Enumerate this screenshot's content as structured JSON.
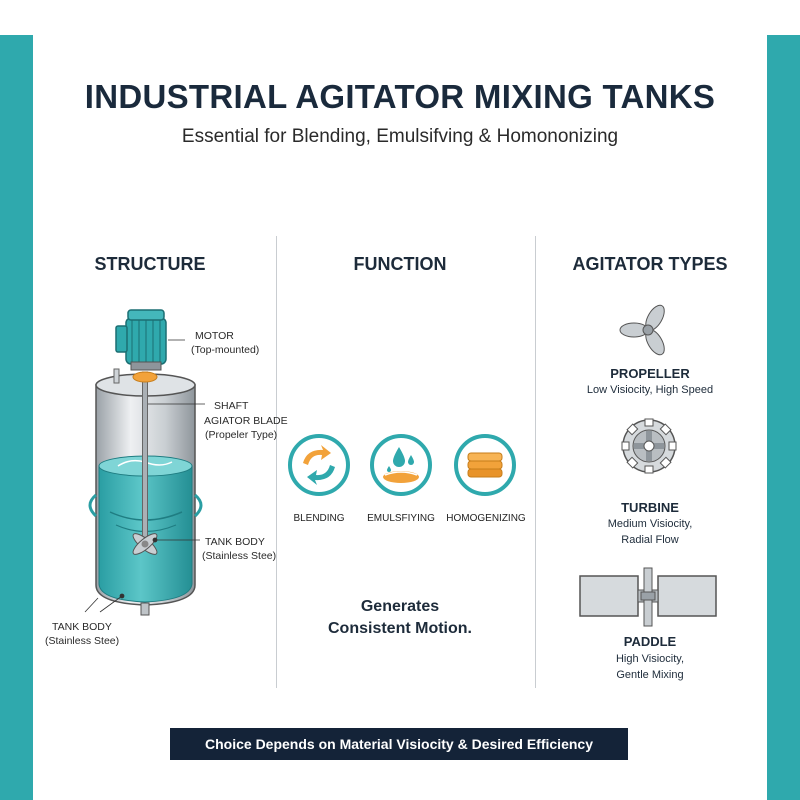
{
  "header": {
    "title": "INDUSTRIAL AGITATOR MIXING TANKS",
    "subtitle": "Essential for Blending, Emulsifving & Homononizing"
  },
  "colors": {
    "accent": "#2fa9ad",
    "orange": "#f2a23a",
    "navy": "#142338"
  },
  "structure": {
    "heading": "STRUCTURE",
    "motor_label": "MOTOR",
    "motor_note": "(Top-mounted)",
    "shaft_label": "SHAFT",
    "blade_label": "AGIATOR BLADE",
    "blade_note": "(Propeler Type)",
    "tank_body_label_1": "TANK BODY",
    "tank_body_note_1": "(Stainless Stee)",
    "tank_body_label_2": "TANK BODY",
    "tank_body_note_2": "(Stainless Stee)"
  },
  "function": {
    "heading": "FUNCTION",
    "items": [
      {
        "label": "BLENDING",
        "icon": "blending-icon"
      },
      {
        "label": "EMULSFIYING",
        "icon": "emulsifying-icon"
      },
      {
        "label": "HOMOGENIZING",
        "icon": "homogenizing-icon"
      }
    ],
    "summary_line1": "Generates",
    "summary_line2": "Consistent Motion."
  },
  "types": {
    "heading": "AGITATOR TYPES",
    "items": [
      {
        "name": "PROPELLER",
        "desc_line1": "Low Visiocity, High Speed",
        "desc_line2": "",
        "icon": "propeller-icon"
      },
      {
        "name": "TURBINE",
        "desc_line1": "Medium Visiocity,",
        "desc_line2": "Radial Flow",
        "icon": "turbine-icon"
      },
      {
        "name": "PADDLE",
        "desc_line1": "High Visiocity,",
        "desc_line2": "Gentle Mixing",
        "icon": "paddle-icon"
      }
    ]
  },
  "footer": {
    "text": "Choice Depends on Material Visiocity & Desired Efficiency"
  }
}
